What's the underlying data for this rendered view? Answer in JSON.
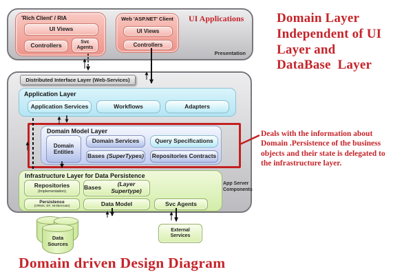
{
  "presentation": {
    "label": "Presentation",
    "ui_applications": "UI Applications",
    "rich_client": {
      "title": "'Rich Client' / RIA",
      "ui_views": "UI Views",
      "controllers": "Controllers",
      "svc_agents": "Svc\nAgents"
    },
    "web_client": {
      "title": "Web 'ASP.NET' Client",
      "ui_views": "UI Views",
      "controllers": "Controllers"
    }
  },
  "middle": {
    "dil": "Distributed Interface Layer (Web-Services)",
    "app_server_label": "App Server\nComponents",
    "application_layer": {
      "title": "Application Layer",
      "services": [
        "Application Services",
        "Workflows",
        "Adapters"
      ]
    },
    "domain_model_layer": {
      "title": "Domain Model Layer",
      "domain_entities": "Domain\nEntities",
      "domain_services": "Domain Services",
      "query_specifications": "Query Specifications",
      "bases_word": "Bases",
      "bases_italic": "(SuperTypes)",
      "repositories_contracts": "Repositories Contracts"
    },
    "infrastructure_layer": {
      "title": "Infrastructure Layer for Data Persistence",
      "repositories": "Repositories",
      "repositories_sub": "(Implementation)",
      "bases_word": "Bases",
      "bases_italic": "(Layer Supertype)",
      "persistence": "Persistence",
      "persistence_sub": "(ORMs: EF, NHibernate)",
      "data_model": "Data Model",
      "svc_agents": "Svc Agents"
    }
  },
  "bottom": {
    "data_sources": "Data\nSources",
    "external_services": "External\nServices"
  },
  "annotations": {
    "headline": "Domain Layer\nIndependent of UI\nLayer and\nDataBase  Layer",
    "callout_text": "Deals with the information about\nDomain .Persistence of the business\nobjects and their state is delegated to\nthe infrastructure layer.",
    "diagram_title": "Domain driven Design Diagram"
  },
  "colors": {
    "red_text": "#c5242a",
    "red_box": "#c32020",
    "pink": "#f2a89f",
    "cyan": "#b4e5f3",
    "periwinkle": "#c4cef1",
    "green": "#d3eda9",
    "gray": "#d2d2d5"
  }
}
